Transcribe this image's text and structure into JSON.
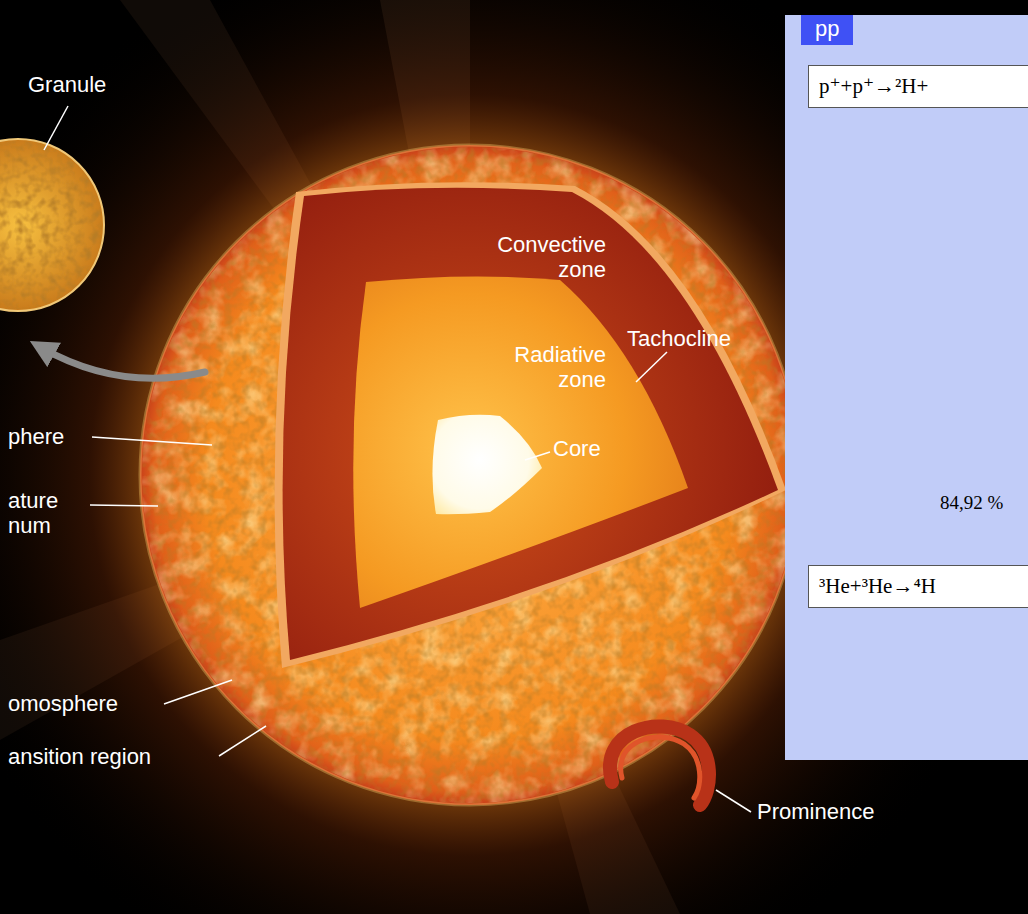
{
  "diagram": {
    "nodes": [
      {
        "text": [
          "pp"
        ]
      },
      {
        "text": [
          "p⁺+p⁺→²H+"
        ],
        "in": 0
      },
      {
        "text": [
          "³He+³He→⁴H"
        ],
        "in": 0
      }
    ],
    "edges": [],
    "labels": [
      "Granule",
      "Convective zone",
      "Radiative zone",
      "Tachocline",
      "Core",
      "phere",
      "ature num",
      "omosphere",
      "ansition region",
      "Prominence",
      "84,92 %"
    ]
  }
}
